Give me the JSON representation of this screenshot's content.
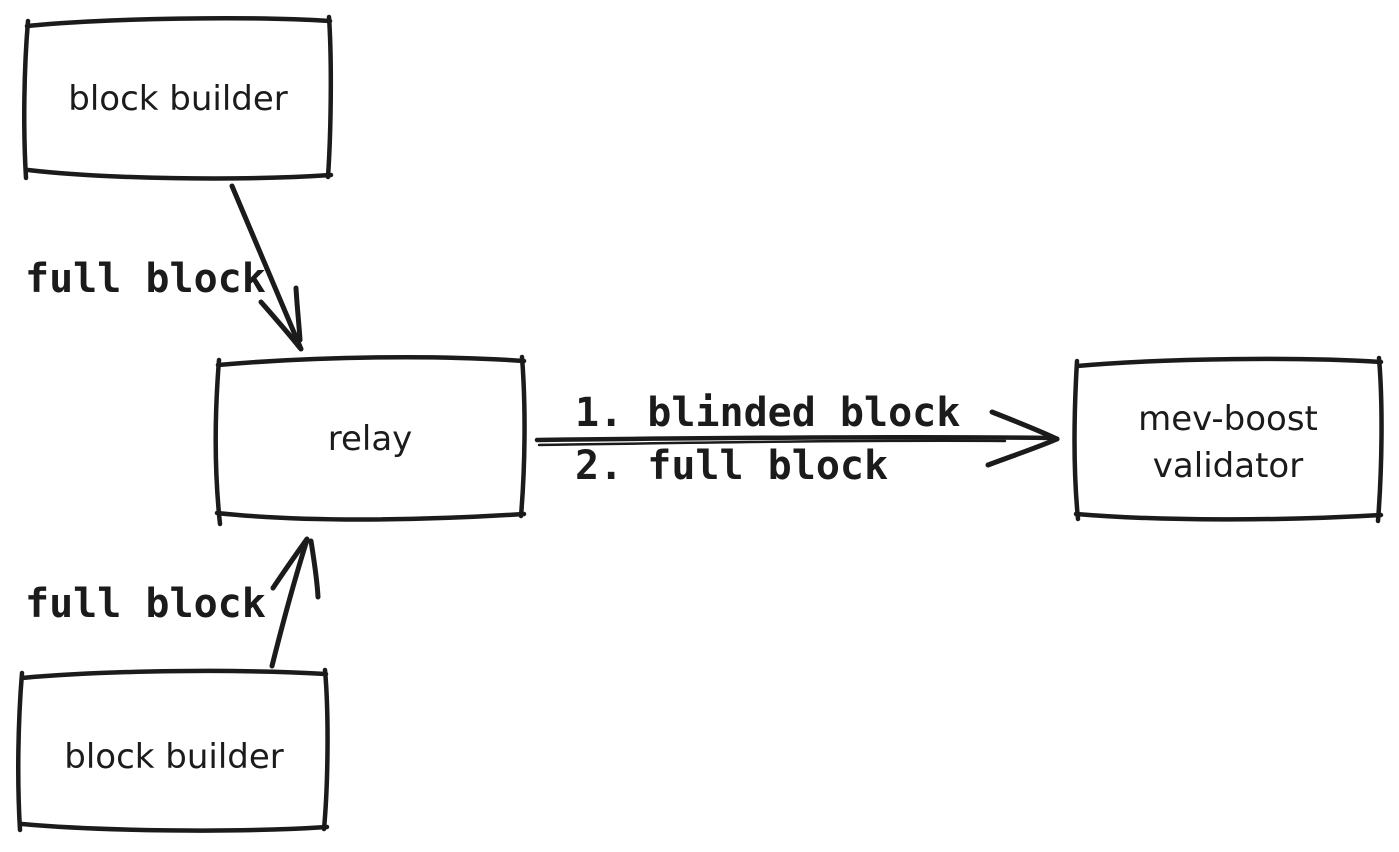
{
  "diagram": {
    "ink_color": "#1b1b1b",
    "background_color": "#ffffff",
    "nodes": {
      "block_builder_top": {
        "label": "block builder"
      },
      "relay": {
        "label": "relay"
      },
      "mev_boost_validator": {
        "label_line1": "mev-boost",
        "label_line2": "validator"
      },
      "block_builder_bottom": {
        "label": "block builder"
      }
    },
    "edges": {
      "top_builder_to_relay": {
        "label": "full block"
      },
      "bottom_builder_to_relay": {
        "label": "full block"
      },
      "relay_to_validator": {
        "label_step1": "1. blinded block",
        "label_step2": "2. full block"
      }
    }
  }
}
